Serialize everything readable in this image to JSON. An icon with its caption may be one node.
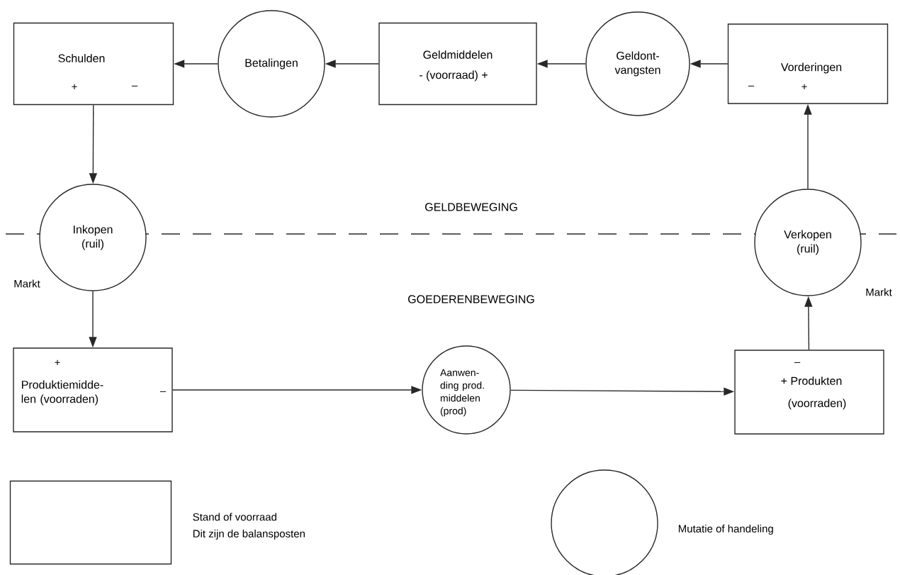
{
  "diagram": {
    "nodes": [
      {
        "text": [
          "Schulden",
          "+",
          "–"
        ]
      },
      {
        "text": [
          "Betalingen"
        ]
      },
      {
        "text": [
          "Geldmiddelen",
          "- (voorraad) +"
        ]
      },
      {
        "text": [
          "Geldont- vangsten"
        ]
      },
      {
        "text": [
          "Vorderingen",
          "–",
          "+"
        ]
      },
      {
        "text": [
          "Inkopen (ruil)"
        ],
        "beside": [
          "Markt"
        ]
      },
      {
        "text": [
          "Verkopen (ruil)"
        ],
        "beside": [
          "Markt"
        ]
      },
      {
        "text": [
          "+",
          "Produktiemidde- len (voorraden)",
          "–"
        ]
      },
      {
        "text": [
          "Aanwen- ding prod. middelen (prod)"
        ]
      },
      {
        "text": [
          "–",
          "+ Produkten",
          "(voorraden)"
        ]
      },
      {
        "text": [],
        "shape": "box",
        "beside": [
          "Stand of voorraad",
          "Dit zijn de balansposten"
        ]
      },
      {
        "text": [],
        "shape": "circle",
        "beside": [
          "Mutatie of handeling"
        ]
      }
    ],
    "edges": [
      {
        "from": 2,
        "to": 1,
        "arrow": "to"
      },
      {
        "from": 1,
        "to": 0,
        "arrow": "to"
      },
      {
        "from": 4,
        "to": 3,
        "arrow": "to"
      },
      {
        "from": 3,
        "to": 2,
        "arrow": "to"
      },
      {
        "from": 0,
        "to": 5,
        "arrow": "to"
      },
      {
        "from": 5,
        "to": 7,
        "arrow": "to"
      },
      {
        "from": 7,
        "to": 8,
        "arrow": "to"
      },
      {
        "from": 8,
        "to": 9,
        "arrow": "to"
      },
      {
        "from": 9,
        "to": 6,
        "arrow": "to"
      },
      {
        "from": 6,
        "to": 4,
        "arrow": "to"
      }
    ],
    "labels": [
      "GELDBEWEGING",
      "GOEDERENBEWEGING"
    ]
  }
}
